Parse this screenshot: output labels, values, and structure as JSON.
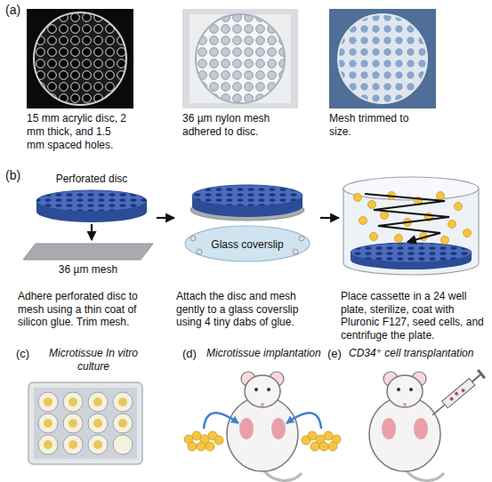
{
  "diagram": {
    "nodes": [
      {
        "text": [
          "Adhere perforated disc to mesh using a thin coat of silicon glue. Trim mesh."
        ]
      },
      {
        "text": [
          "Perforated disc"
        ],
        "in": 0
      },
      {
        "text": [
          "36 µm mesh"
        ],
        "in": 0
      },
      {
        "text": [
          "Attach the disc and mesh gently to a glass coverslip using 4 tiny dabs of glue."
        ]
      },
      {
        "text": [
          "Glass coverslip"
        ],
        "in": 3
      },
      {
        "text": [
          "Place cassette in a 24 well plate, sterilize, coat with Pluronic F127, seed cells, and centrifuge the plate."
        ]
      }
    ],
    "edges": [
      {
        "from": 1,
        "to": 2,
        "arrow": "to"
      },
      {
        "from": 0,
        "to": 3,
        "arrow": "to"
      },
      {
        "from": 3,
        "to": 5,
        "arrow": "to"
      }
    ],
    "labels": [
      "(a)",
      "15 mm acrylic disc, 2 mm thick, and 1.5 mm spaced holes.",
      "36 µm nylon mesh adhered to disc.",
      "Mesh trimmed to size.",
      "(b)",
      "(c)",
      "Microtissue In vitro culture",
      "(d)",
      "Microtissue implantation",
      "(e)",
      "CD34⁺ cell transplantation"
    ]
  }
}
